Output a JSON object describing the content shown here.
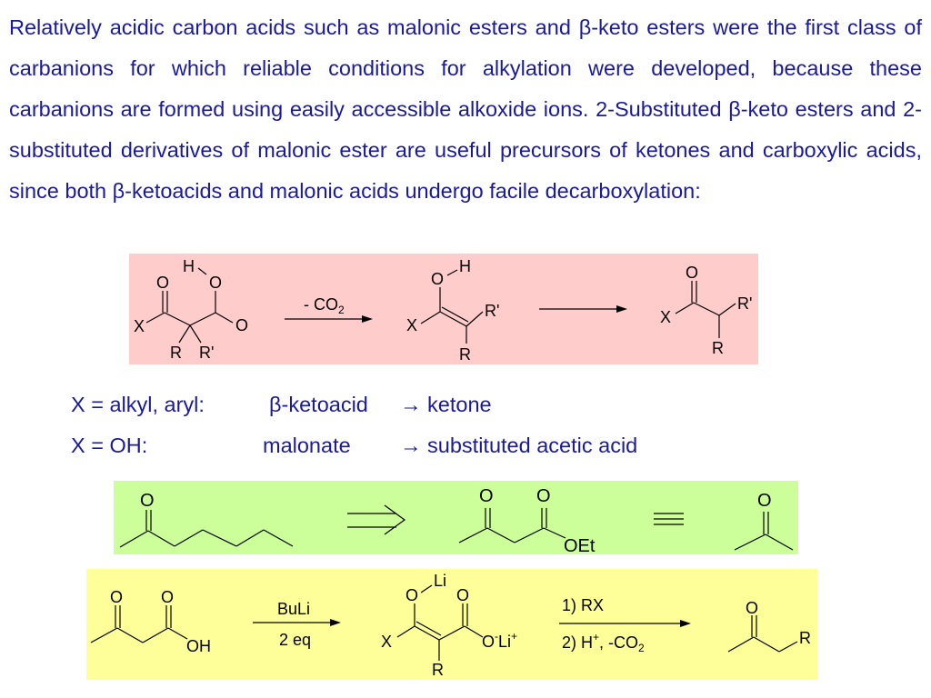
{
  "intro": {
    "text": "Relatively acidic carbon acids such as malonic esters and β-keto esters were the first class of carbanions for which reliable conditions for alkylation were developed, because these carbanions are formed using easily accessible alkoxide ions. 2-Substituted β-keto esters and 2-substituted derivatives of malonic ester are useful precursors of ketones and carboxylic acids, since both β-ketoacids and malonic acids undergo facile decarboxylation:"
  },
  "colors": {
    "text_blue": "#1a1a9a",
    "pink_panel": "#ffcccc",
    "green_panel": "#ccff99",
    "yellow_panel": "#ffff99"
  },
  "scheme1": {
    "label_H": "H",
    "label_O": "O",
    "label_X": "X",
    "label_R": "R",
    "label_Rp": "R'",
    "arrow_label_main": "- CO",
    "arrow_label_sub": "2"
  },
  "rules": [
    {
      "condition": "X = alkyl, aryl:",
      "start": "β-ketoacid",
      "product": "→ ketone"
    },
    {
      "condition": "X = OH:",
      "start": "malonate",
      "product": "→ substituted acetic acid"
    }
  ],
  "scheme2": {
    "label_O": "O",
    "label_OEt": "OEt"
  },
  "scheme3": {
    "label_O": "O",
    "label_OH": "OH",
    "label_Li": "Li",
    "label_X": "X",
    "label_R": "R",
    "label_Ominus": "O",
    "label_minus": "-",
    "label_Liplus": "Li",
    "label_plus": "+",
    "reagent_top": "BuLi",
    "reagent_bottom": "2 eq",
    "step1": "1) RX",
    "step2_a": "2) H",
    "step2_sup": "+",
    "step2_b": ", -CO",
    "step2_sub": "2"
  }
}
